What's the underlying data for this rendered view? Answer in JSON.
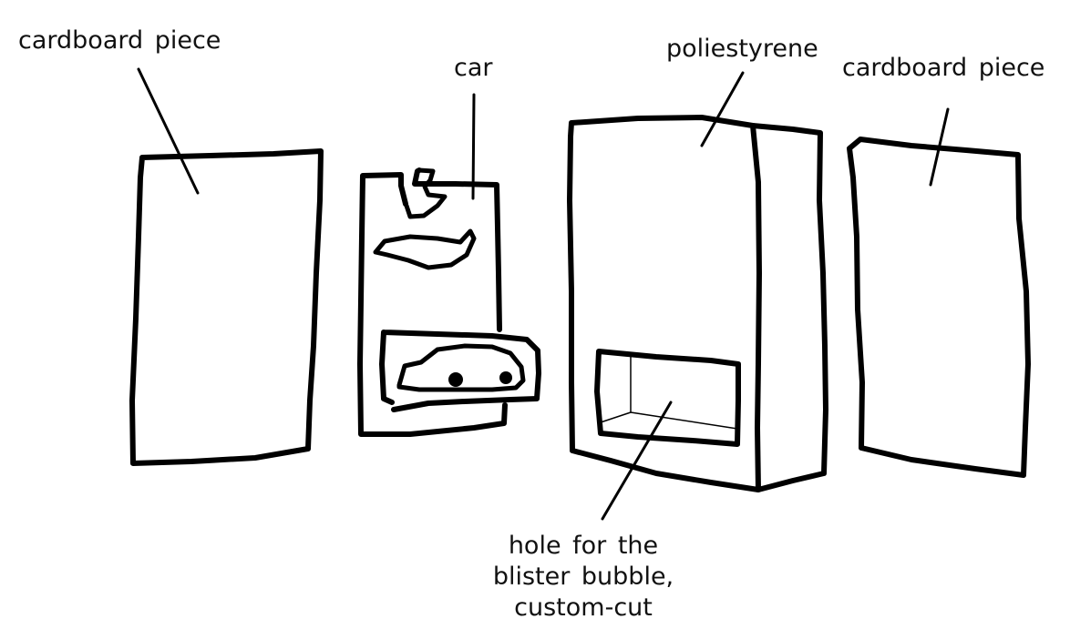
{
  "labels": {
    "cardboard_left": "cardboard piece",
    "car": "car",
    "polystyrene": "poliestyrene",
    "cardboard_right": "cardboard piece",
    "hole_line1": "hole for the",
    "hole_line2": "blister bubble,",
    "hole_line3": "custom-cut"
  },
  "colors": {
    "ink": "#000000",
    "background": "#ffffff"
  }
}
